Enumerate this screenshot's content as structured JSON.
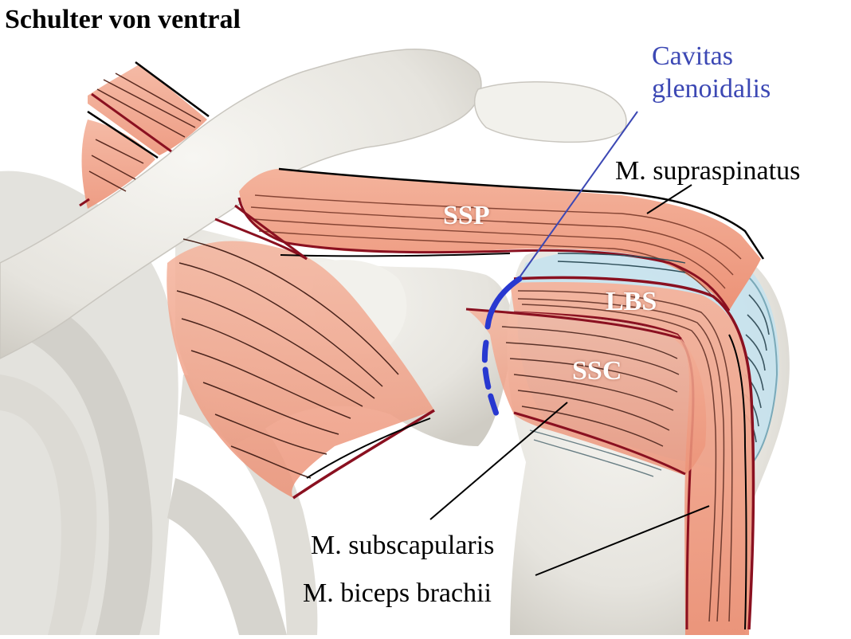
{
  "title": "Schulter von ventral",
  "labels": {
    "cavitas_line1": "Cavitas",
    "cavitas_line2": "glenoidalis",
    "supraspinatus": "M. supraspinatus",
    "subscapularis": "M. subscapularis",
    "biceps": "M. biceps brachii"
  },
  "abbreviations": {
    "ssp": "SSP",
    "lbs": "LBS",
    "ssc": "SSC"
  },
  "colors": {
    "muscle": "#f0a085",
    "muscle_outline": "#8a1020",
    "fiber": "#5a2a20",
    "cartilage": "#bfe0ec",
    "bone": "#ecebe6",
    "glenoid_marker": "#2838d0",
    "label_blue": "#3c48b4"
  }
}
